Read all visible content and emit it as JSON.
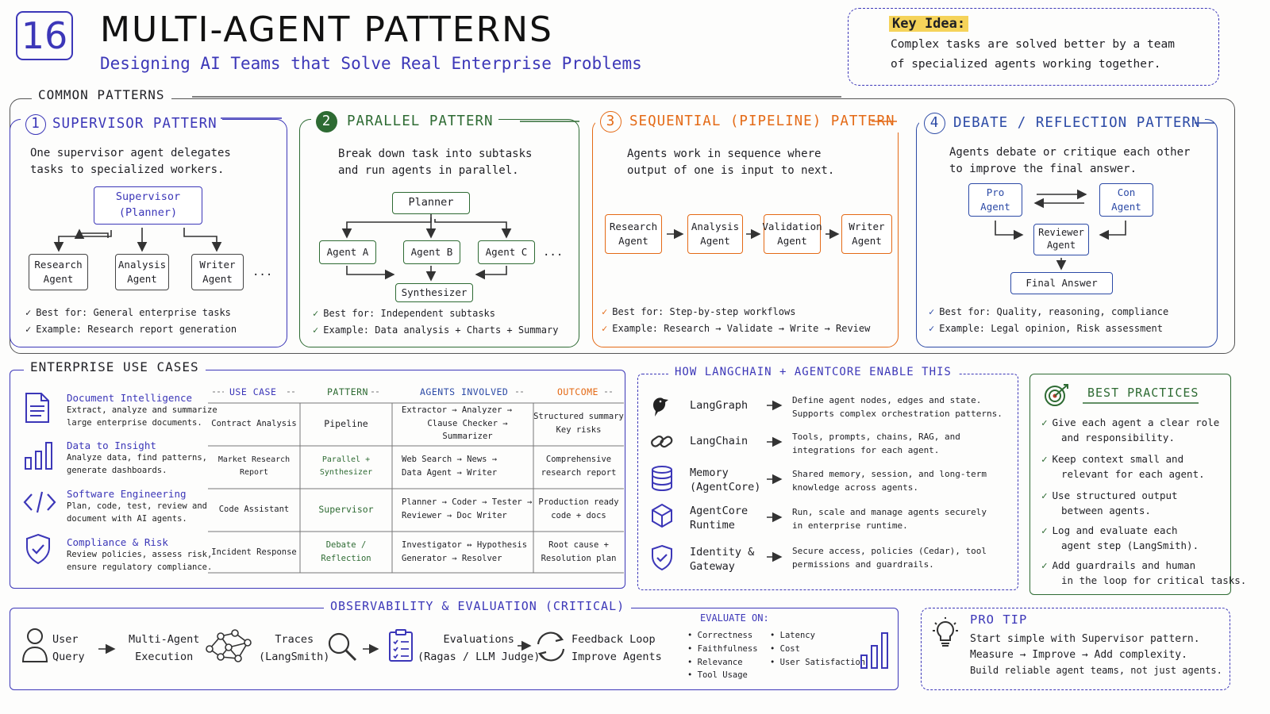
{
  "header": {
    "number": "16",
    "title": "MULTI-AGENT PATTERNS",
    "subtitle": "Designing AI Teams that Solve Real Enterprise Problems"
  },
  "key_idea": {
    "label": "Key Idea:",
    "line1": "Complex tasks are solved better by a team",
    "line2": "of specialized agents working together."
  },
  "common_patterns": {
    "title": "COMMON PATTERNS",
    "supervisor": {
      "num": "1",
      "title": "SUPERVISOR PATTERN",
      "desc1": "One supervisor agent delegates",
      "desc2": "tasks to specialized workers.",
      "top1": "Supervisor",
      "top2": "(Planner)",
      "w1a": "Research",
      "w1b": "Agent",
      "w2a": "Analysis",
      "w2b": "Agent",
      "w3a": "Writer",
      "w3b": "Agent",
      "more": "...",
      "best_label": "Best for:",
      "best": "General enterprise tasks",
      "ex_label": "Example:",
      "ex": "Research report generation"
    },
    "parallel": {
      "num": "2",
      "title": "PARALLEL PATTERN",
      "desc1": "Break down task into subtasks",
      "desc2": "and run agents in parallel.",
      "top": "Planner",
      "a": "Agent A",
      "b": "Agent B",
      "c": "Agent C",
      "more": "...",
      "bottom": "Synthesizer",
      "best_label": "Best for:",
      "best": "Independent subtasks",
      "ex_label": "Example:",
      "ex": "Data analysis + Charts + Summary"
    },
    "sequential": {
      "num": "3",
      "title": "SEQUENTIAL (PIPELINE) PATTERN",
      "desc1": "Agents work in sequence where",
      "desc2": "output of one is input to next.",
      "s1a": "Research",
      "s1b": "Agent",
      "s2a": "Analysis",
      "s2b": "Agent",
      "s3a": "Validation",
      "s3b": "Agent",
      "s4a": "Writer",
      "s4b": "Agent",
      "best_label": "Best for:",
      "best": "Step-by-step workflows",
      "ex_label": "Example:",
      "ex": "Research → Validate → Write → Review"
    },
    "debate": {
      "num": "4",
      "title": "DEBATE / REFLECTION PATTERN",
      "desc1": "Agents debate or critique each other",
      "desc2": "to improve the final answer.",
      "pro1": "Pro",
      "pro2": "Agent",
      "con1": "Con",
      "con2": "Agent",
      "rev1": "Reviewer",
      "rev2": "Agent",
      "final": "Final Answer",
      "best_label": "Best for:",
      "best": "Quality, reasoning, compliance",
      "ex_label": "Example:",
      "ex": "Legal opinion, Risk assessment"
    }
  },
  "enterprise": {
    "title": "ENTERPRISE USE CASES",
    "items": [
      {
        "title": "Document Intelligence",
        "d1": "Extract, analyze and summarize",
        "d2": "large enterprise documents.",
        "icon": "document-icon"
      },
      {
        "title": "Data to Insight",
        "d1": "Analyze data, find patterns,",
        "d2": "generate dashboards.",
        "icon": "bar-chart-icon"
      },
      {
        "title": "Software Engineering",
        "d1": "Plan, code, test, review and",
        "d2": "document with AI agents.",
        "icon": "code-icon"
      },
      {
        "title": "Compliance & Risk",
        "d1": "Review policies, assess risk,",
        "d2": "ensure regulatory compliance.",
        "icon": "shield-icon"
      }
    ],
    "headers": {
      "use_case": "USE CASE",
      "pattern": "PATTERN",
      "agents": "AGENTS INVOLVED",
      "outcome": "OUTCOME"
    },
    "rows": [
      {
        "use_case": "Contract Analysis",
        "pattern": "Pipeline",
        "agents1": "Extractor → Analyzer →",
        "agents2": "Clause Checker → Summarizer",
        "out1": "Structured summary",
        "out2": "Key risks"
      },
      {
        "use_case": "Market Research Report",
        "pattern": "Parallel + Synthesizer",
        "agents1": "Web Search → News →",
        "agents2": "Data Agent → Writer",
        "out1": "Comprehensive",
        "out2": "research report"
      },
      {
        "use_case": "Code Assistant",
        "pattern": "Supervisor",
        "agents1": "Planner → Coder → Tester →",
        "agents2": "Reviewer → Doc Writer",
        "out1": "Production ready",
        "out2": "code + docs"
      },
      {
        "use_case": "Incident Response",
        "pattern": "Debate / Reflection",
        "agents1": "Investigator ↔ Hypothesis",
        "agents2": "Generator → Resolver",
        "out1": "Root cause +",
        "out2": "Resolution plan"
      }
    ]
  },
  "langchain": {
    "title": "HOW LANGCHAIN + AGENTCORE ENABLE THIS",
    "items": [
      {
        "name1": "LangGraph",
        "name2": "",
        "d1": "Define agent nodes, edges and state.",
        "d2": "Supports complex orchestration patterns."
      },
      {
        "name1": "LangChain",
        "name2": "",
        "d1": "Tools, prompts, chains, RAG, and",
        "d2": "integrations for each agent."
      },
      {
        "name1": "Memory",
        "name2": "(AgentCore)",
        "d1": "Shared memory, session, and long-term",
        "d2": "knowledge across agents."
      },
      {
        "name1": "AgentCore",
        "name2": "Runtime",
        "d1": "Run, scale and manage agents securely",
        "d2": "in enterprise runtime."
      },
      {
        "name1": "Identity &",
        "name2": "Gateway",
        "d1": "Secure access, policies (Cedar), tool",
        "d2": "permissions and guardrails."
      }
    ]
  },
  "best_practices": {
    "title": "BEST PRACTICES",
    "items": [
      {
        "l1": "Give each agent a clear role",
        "l2": "and responsibility."
      },
      {
        "l1": "Keep context small and",
        "l2": "relevant for each agent."
      },
      {
        "l1": "Use structured output",
        "l2": "between agents."
      },
      {
        "l1": "Log and evaluate each",
        "l2": "agent step (LangSmith)."
      },
      {
        "l1": "Add guardrails and human",
        "l2": "in the loop for critical tasks."
      }
    ]
  },
  "observability": {
    "title": "OBSERVABILITY & EVALUATION (CRITICAL)",
    "user1": "User",
    "user2": "Query",
    "exec1": "Multi-Agent",
    "exec2": "Execution",
    "traces1": "Traces",
    "traces2": "(LangSmith)",
    "eval1": "Evaluations",
    "eval2": "(Ragas / LLM Judge)",
    "fb1": "Feedback Loop",
    "fb2": "Improve Agents",
    "evaluate_on": "EVALUATE ON:",
    "metrics_left": [
      "Correctness",
      "Faithfulness",
      "Relevance",
      "Tool Usage"
    ],
    "metrics_right": [
      "Latency",
      "Cost",
      "User Satisfaction"
    ]
  },
  "pro_tip": {
    "title": "PRO TIP",
    "l1": "Start simple with Supervisor pattern.",
    "l2": "Measure → Improve → Add complexity.",
    "l3": "Build reliable agent teams, not just agents."
  },
  "colors": {
    "purple": "#3c37b8",
    "green": "#2e6b33",
    "orange": "#e46a16",
    "blue": "#2c4aa6",
    "yellow": "#f5d35a"
  }
}
